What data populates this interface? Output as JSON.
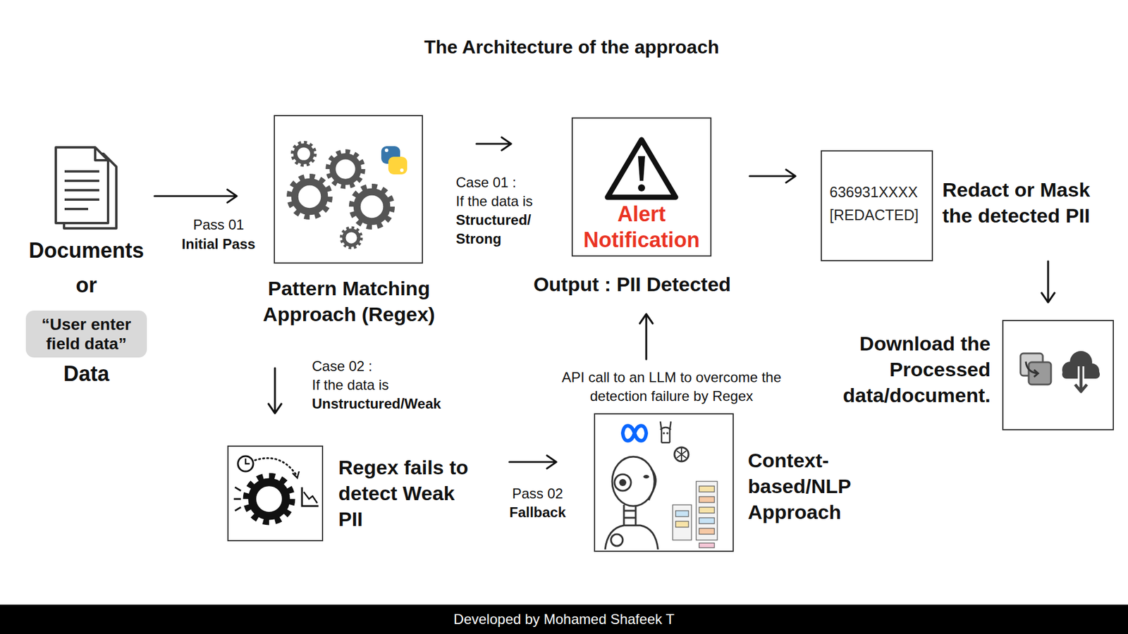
{
  "diagram": {
    "title": "The Architecture of the approach",
    "caption": "Developed by Mohamed Shafeek T",
    "nodes": [
      {
        "text": [
          "Documents",
          "or",
          "Data"
        ]
      },
      {
        "text": [
          "“User enter field data”"
        ],
        "in": 0
      },
      {
        "text": [
          "Pattern Matching Approach (Regex)"
        ]
      },
      {
        "text": [
          "Alert Notification",
          "Output : PII Detected"
        ]
      },
      {
        "text": [
          "636931XXXX",
          "[REDACTED]",
          "Redact or Mask the detected PII"
        ]
      },
      {
        "text": [
          "Download the Processed data/document."
        ]
      },
      {
        "text": [
          "Regex fails to detect Weak PII"
        ]
      },
      {
        "text": [
          "Context-based/NLP Approach"
        ]
      }
    ],
    "edges": [
      {
        "from": 0,
        "to": 2,
        "arrow": "to",
        "label": "Pass 01"
      },
      {
        "from": 2,
        "to": 3,
        "arrow": "to"
      },
      {
        "from": 3,
        "to": 4,
        "arrow": "to"
      },
      {
        "from": 4,
        "to": 5,
        "arrow": "to"
      },
      {
        "from": 2,
        "to": 6,
        "arrow": "to"
      },
      {
        "from": 6,
        "to": 7,
        "arrow": "to",
        "label": "Pass 02"
      },
      {
        "from": 7,
        "to": 3,
        "arrow": "to",
        "label": "API call to an LLM to overcome the detection failure by Regex"
      }
    ],
    "labels": [
      "Initial Pass",
      "Case 01 :",
      "If the data is",
      "Structured/ Strong",
      "Case 02 :",
      "If the data is",
      "Unstructured/Weak",
      "Fallback"
    ]
  }
}
